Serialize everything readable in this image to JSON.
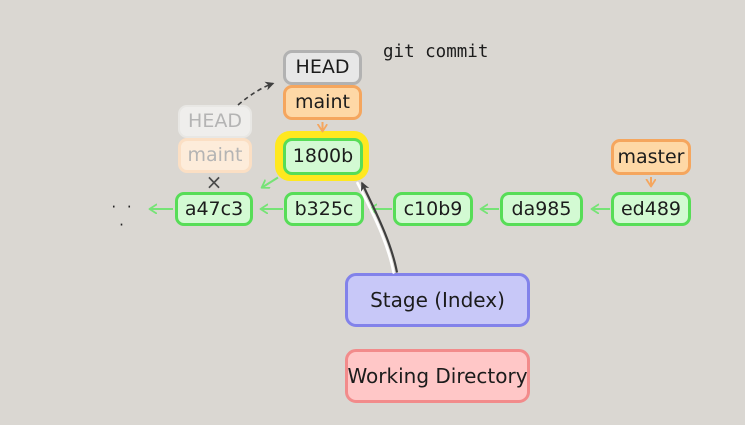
{
  "title": "git commit",
  "refs": {
    "head_old": "HEAD",
    "maint_old": "maint",
    "head": "HEAD",
    "maint": "maint",
    "master": "master"
  },
  "commits": {
    "new": "1800b",
    "chain": [
      "a47c3",
      "b325c",
      "c10b9",
      "da985",
      "ed489"
    ],
    "ellipsis": "· · ·"
  },
  "areas": {
    "stage": "Stage (Index)",
    "working_directory": "Working Directory"
  },
  "cross_mark": "×",
  "colors": {
    "bg": "#dad7d2",
    "ink": "#1c1c1c",
    "green_border": "#57dd57",
    "green_bg": "#d3fad3",
    "green_arrow": "#76e376",
    "orange_border": "#f5a65e",
    "orange_bg": "#fed8a6",
    "faded_orange_border": "#fbdfc4",
    "faded_orange_bg": "#fdecda",
    "gray_border": "#b2b2b2",
    "gray_bg": "#e7e7e7",
    "faded_gray_bg": "#efeeec",
    "faded_gray_border": "#e8e7e4",
    "faded_text": "#b4b4b4",
    "yellow": "#ffe81f",
    "purple_border": "#8282ea",
    "purple_bg": "#c8c8f8",
    "red_border": "#f28b8b",
    "red_bg": "#ffc7c7",
    "dark_arrow": "#3f3f3f"
  }
}
